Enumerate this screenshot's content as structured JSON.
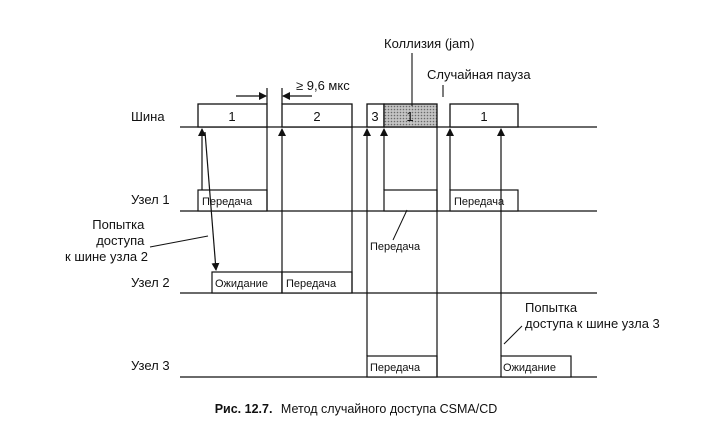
{
  "diagram": {
    "rows": {
      "bus": "Шина",
      "node1": "Узел 1",
      "node2": "Узел 2",
      "node3": "Узел 3"
    },
    "bus_frames": [
      "1",
      "2",
      "3",
      "1",
      "1"
    ],
    "annotations": {
      "gap": "≥ 9,6 мкс",
      "collision": "Коллизия (jam)",
      "random_pause": "Случайная пауза",
      "attempt_node2": [
        "Попытка",
        "доступа",
        "к шине узла 2"
      ],
      "attempt_node3": [
        "Попытка",
        "доступа к шине узла 3"
      ]
    },
    "node_boxes": {
      "transmit": "Передача",
      "wait": "Ожидание"
    },
    "caption": {
      "prefix": "Рис. 12.7.",
      "text": "Метод случайного доступа CSMA/CD"
    },
    "colors": {
      "line": "#111111",
      "collision_fill": "#9a9a9a"
    }
  }
}
